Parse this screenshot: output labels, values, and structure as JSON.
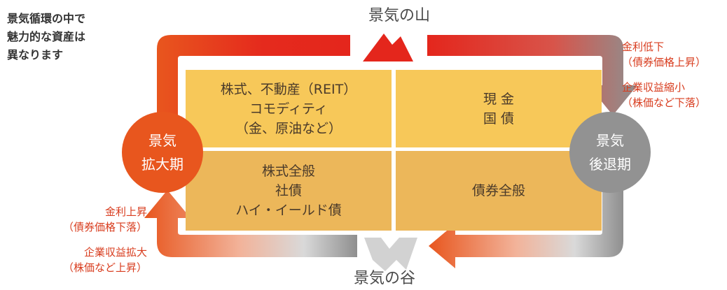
{
  "intro": {
    "lines": [
      "景気循環の中で",
      "魅力的な資産は",
      "異なります"
    ]
  },
  "cycle": {
    "peak_label": "景気の山",
    "trough_label": "景気の谷",
    "expansion": {
      "line1": "景気",
      "line2": "拡大期"
    },
    "recession": {
      "line1": "景気",
      "line2": "後退期"
    }
  },
  "notes": {
    "right": [
      "金利低下",
      "（債券価格上昇）",
      "企業収益縮小",
      "（株価など下落）"
    ],
    "left": [
      "金利上昇",
      "（債券価格下落）",
      "企業収益拡大",
      "（株価など上昇）"
    ]
  },
  "quadrants": {
    "top_left": [
      "株式、不動産（REIT）",
      "コモディティ",
      "（金、原油など）"
    ],
    "top_right": [
      "現 金",
      "国 債"
    ],
    "bottom_left": [
      "株式全般",
      "社債",
      "ハイ・イールド債"
    ],
    "bottom_right": [
      "債券全般"
    ]
  },
  "colors": {
    "orange": "#e8561e",
    "red": "#e4261c",
    "gray": "#929292",
    "light_gray": "#d3d3d3",
    "quad_top": "#f7c859",
    "quad_bottom": "#ecb75a",
    "note_text": "#d83c1e"
  }
}
